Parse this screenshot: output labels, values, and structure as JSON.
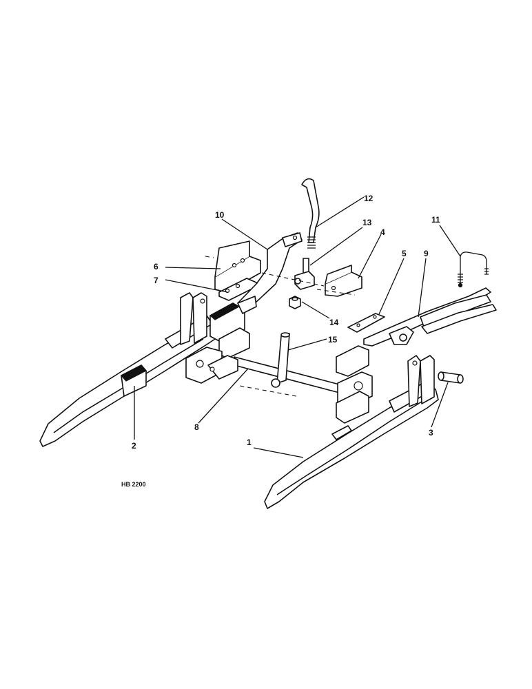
{
  "drawing_ref": "HB 2200",
  "callouts": {
    "c1": "1",
    "c2": "2",
    "c3": "3",
    "c4": "4",
    "c5": "5",
    "c6": "6",
    "c7": "7",
    "c8": "8",
    "c9": "9",
    "c10": "10",
    "c11": "11",
    "c12": "12",
    "c13": "13",
    "c14": "14",
    "c15": "15"
  }
}
